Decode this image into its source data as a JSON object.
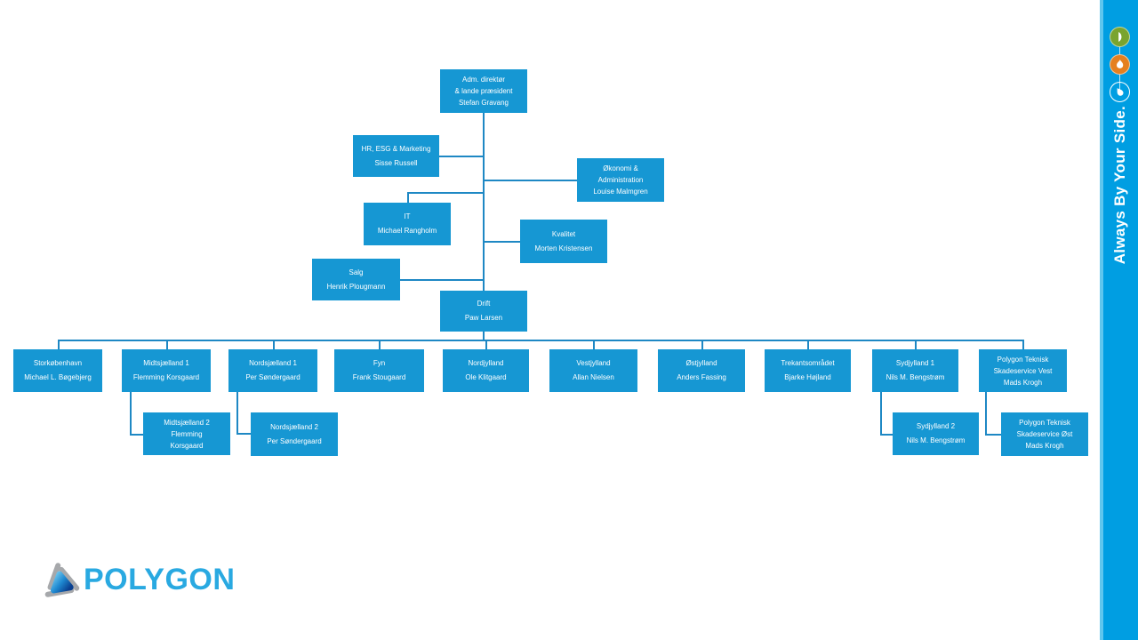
{
  "page": {
    "background": "#ffffff",
    "box_color": "#1697d3",
    "connector_color": "#1e88c4"
  },
  "sidebar": {
    "color": "#009ee2",
    "tagline": "Always By Your Side.",
    "icons": [
      {
        "name": "leaf-icon",
        "bg": "#7aa42e"
      },
      {
        "name": "flame-icon",
        "bg": "#e5801f"
      },
      {
        "name": "water-drop-icon",
        "bg": "transparent"
      }
    ]
  },
  "logo": {
    "text": "POLYGON",
    "color": "#29a9e1"
  },
  "org": {
    "boxes": {
      "ceo": {
        "lines": [
          "Adm. direktør",
          "& lande præsident",
          "Stefan Gravang"
        ]
      },
      "hr": {
        "lines": [
          "HR, ESG & Marketing",
          "Sisse Russell"
        ]
      },
      "okonomi": {
        "lines": [
          "Økonomi &",
          "Administration",
          "Louise Malmgren"
        ]
      },
      "it": {
        "lines": [
          "IT",
          "Michael Rangholm"
        ]
      },
      "kvalitet": {
        "lines": [
          "Kvalitet",
          "Morten Kristensen"
        ]
      },
      "salg": {
        "lines": [
          "Salg",
          "Henrik Plougmann"
        ]
      },
      "drift": {
        "lines": [
          "Drift",
          "Paw Larsen"
        ]
      },
      "storkobenhavn": {
        "lines": [
          "Storkøbenhavn",
          "Michael L. Bøgebjerg"
        ]
      },
      "midtsjaelland1": {
        "lines": [
          "Midtsjælland 1",
          "Flemming  Korsgaard"
        ]
      },
      "nordsjaelland1": {
        "lines": [
          "Nordsjælland 1",
          "Per Søndergaard"
        ]
      },
      "fyn": {
        "lines": [
          "Fyn",
          "Frank Stougaard"
        ]
      },
      "nordjylland": {
        "lines": [
          "Nordjylland",
          "Ole Klitgaard"
        ]
      },
      "vestjylland": {
        "lines": [
          "Vestjylland",
          "Allan Nielsen"
        ]
      },
      "ostjylland": {
        "lines": [
          "Østjylland",
          "Anders Fassing"
        ]
      },
      "trekantsomraadet": {
        "lines": [
          "Trekantsområdet",
          "Bjarke Højland"
        ]
      },
      "sydjylland1": {
        "lines": [
          "Sydjylland 1",
          "Nils M. Bengstrøm"
        ]
      },
      "polygon_teknisk_vest": {
        "lines": [
          "Polygon Teknisk",
          "Skadeservice Vest",
          "Mads Krogh"
        ]
      },
      "midtsjaelland2": {
        "lines": [
          "Midtsjælland 2",
          "Flemming",
          "Korsgaard"
        ]
      },
      "nordsjaelland2": {
        "lines": [
          "Nordsjælland 2",
          "Per Søndergaard"
        ]
      },
      "sydjylland2": {
        "lines": [
          "Sydjylland 2",
          "Nils M. Bengstrøm"
        ]
      },
      "polygon_teknisk_ost": {
        "lines": [
          "Polygon Teknisk",
          "Skadeservice Øst",
          "Mads Krogh"
        ]
      }
    }
  }
}
